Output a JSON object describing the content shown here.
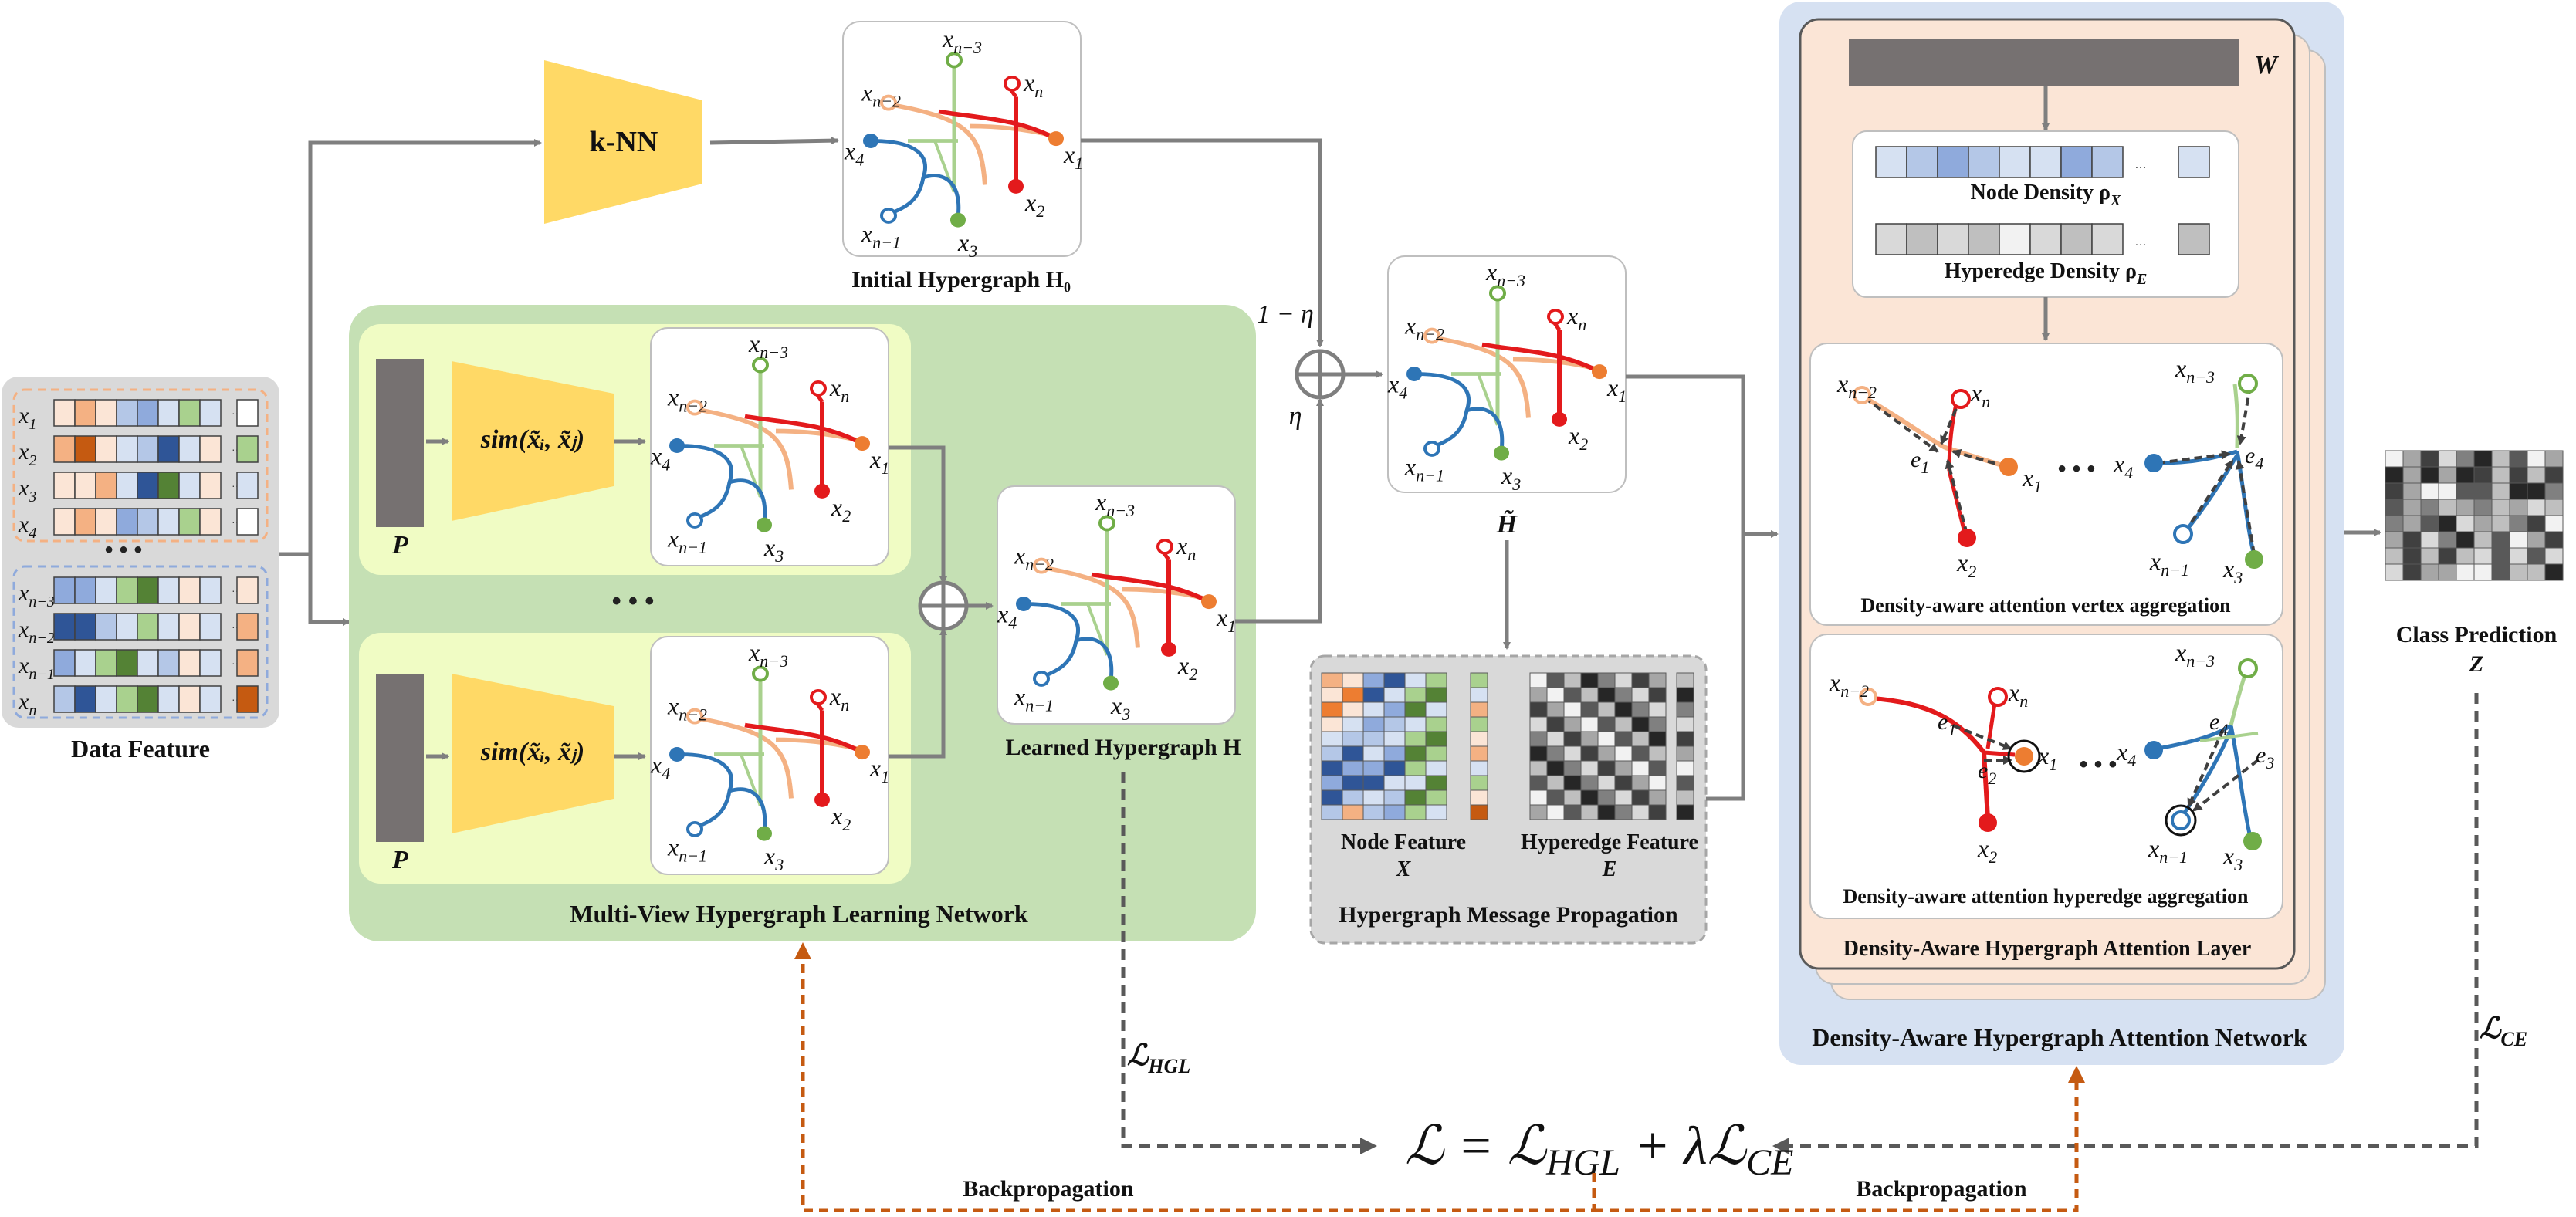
{
  "colors": {
    "panel_gray": "#d9d9d9",
    "mvhl_green": "#c5e0b4",
    "view_yellow": "#f0fcc4",
    "knn_yellow": "#ffd966",
    "dahan_blue": "#d6e1f2",
    "dahal_peach": "#fbe5d6",
    "edge_red": "#e31a1c",
    "edge_peach": "#f4b183",
    "edge_blue": "#2e75b6",
    "edge_green": "#a9d18e",
    "node_orange": "#ed7d31",
    "node_green": "#70ad47",
    "backprop_orange": "#c55a11",
    "arrow_gray": "#7f7f7f"
  },
  "labels": {
    "data_feature": "Data Feature",
    "knn": "k-NN",
    "initial_hypergraph": "Initial Hypergraph H₀",
    "mvhl": "Multi-View Hypergraph Learning Network",
    "learned_hypergraph": "Learned Hypergraph H",
    "sim": "sim(x̃ᵢ, x̃ⱼ)",
    "P": "P",
    "dots": "• • •",
    "eta": "η",
    "one_minus_eta": "1 − η",
    "h_tilde": "H̃",
    "hmp": "Hypergraph Message Propagation",
    "node_feature": "Node Feature",
    "node_feature_sym": "X",
    "hyperedge_feature": "Hyperedge Feature",
    "hyperedge_feature_sym": "E",
    "W": "W",
    "node_density": "Node Density ρ",
    "node_density_sub": "X",
    "hyperedge_density": "Hyperedge Density ρ",
    "hyperedge_density_sub": "E",
    "vertex_agg": "Density-aware attention vertex aggregation",
    "hyperedge_agg": "Density-aware attention hyperedge aggregation",
    "dahal": "Density-Aware Hypergraph Attention Layer",
    "dahan": "Density-Aware Hypergraph Attention Network",
    "class_prediction": "Class Prediction",
    "Z": "Z",
    "loss_hgl": "ℒHGL",
    "loss_ce": "ℒCE",
    "loss_total": "ℒ = ℒHGL + λℒCE",
    "backprop_left": "Backpropagation",
    "backprop_right": "Backpropagation"
  },
  "hypergraph_nodes": {
    "xn3": "xn−3",
    "xn2": "xn−2",
    "xn": "xn",
    "x1": "x1",
    "x4": "x4",
    "xn1": "xn−1",
    "x2": "x2",
    "x3": "x3"
  },
  "data_rows": [
    "x1",
    "x2",
    "x3",
    "x4",
    "xn−3",
    "xn−2",
    "xn−1",
    "xn"
  ],
  "attention_labels": {
    "e1": "e1",
    "e2": "e2",
    "e3": "e3",
    "e4": "e4",
    "ellipsis": "• • •"
  }
}
